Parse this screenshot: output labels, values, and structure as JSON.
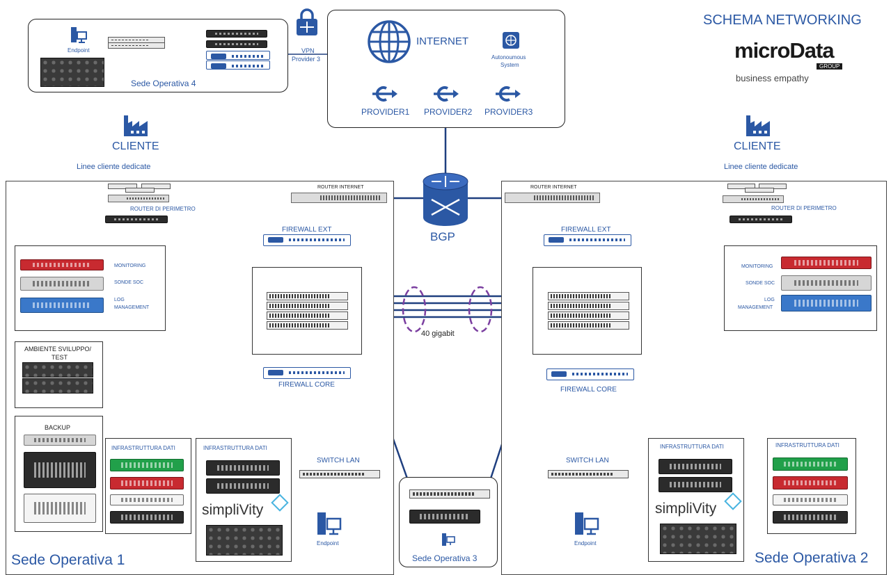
{
  "header": {
    "title": "SCHEMA NETWORKING",
    "logo_text": "microData",
    "logo_group": "GROUP",
    "tagline": "business empathy"
  },
  "internet": {
    "label": "INTERNET",
    "as_label": "Autonoumous\nSystem",
    "as_line1": "Autonoumous",
    "as_line2": "System",
    "providers": [
      "PROVIDER1",
      "PROVIDER2",
      "PROVIDER3"
    ]
  },
  "vpn": {
    "line1": "VPN",
    "line2": "Provider 3"
  },
  "site4": {
    "label": "Sede Operativa 4",
    "endpoint": "Endpoint"
  },
  "bgp": {
    "label": "BGP"
  },
  "clients": {
    "left_title": "CLIENTE",
    "left_sub": "Linee cliente dedicate",
    "right_title": "CLIENTE",
    "right_sub": "Linee cliente dedicate"
  },
  "site1": {
    "label": "Sede Operativa 1",
    "router_internet": "ROUTER INTERNET",
    "router_perimetro": "ROUTER DI PERIMETRO",
    "firewall_ext": "FIREWALL EXT",
    "firewall_core": "FIREWALL CORE",
    "monitoring": "MONITORING",
    "sonde": "SONDE SOC",
    "log1": "LOG",
    "log2": "MANAGEMENT",
    "dev1": "AMBIENTE SVILUPPO/",
    "dev2": "TEST",
    "backup": "BACKUP",
    "infra1": "INFRASTRUTTURA DATI",
    "infra2": "INFRASTRUTTURA DATI",
    "simplivity": "simpliVity",
    "switch_lan": "SWITCH LAN",
    "endpoint": "Endpoint"
  },
  "site2": {
    "label": "Sede Operativa 2",
    "router_internet": "ROUTER INTERNET",
    "router_perimetro": "ROUTER DI PERIMETRO",
    "firewall_ext": "FIREWALL EXT",
    "firewall_core": "FIREWALL CORE",
    "monitoring": "MONITORING",
    "sonde": "SONDE SOC",
    "log1": "LOG",
    "log2": "MANAGEMENT",
    "infra1": "INFRASTRUTTURA DATI",
    "infra2": "INFRASTRUTTURA DATI",
    "simplivity": "simpliVity",
    "switch_lan": "SWITCH LAN",
    "endpoint": "Endpoint"
  },
  "site3": {
    "label": "Sede Operativa 3"
  },
  "link": {
    "label": "40 gigabit"
  },
  "colors": {
    "accent": "#2b58a4",
    "line": "#1f3f7f",
    "purple": "#7b3fa0",
    "red": "#d0282e"
  }
}
